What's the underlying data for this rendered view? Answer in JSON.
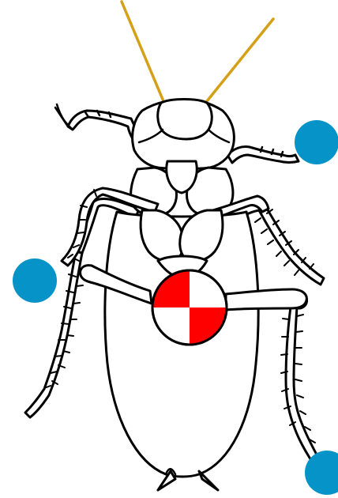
{
  "colors": {
    "antenna": "#d4a017",
    "marker_dot": "#0693c8",
    "center_red": "#ff0000",
    "center_white": "#ffffff",
    "outline": "#000000",
    "background": "#ffffff"
  },
  "figure": {
    "subject": "cockroach-outline",
    "markers": [
      "right-front-foot-marker",
      "left-middle-foot-marker",
      "right-hind-foot-marker"
    ],
    "center_symbol": "center-of-mass-icon"
  }
}
